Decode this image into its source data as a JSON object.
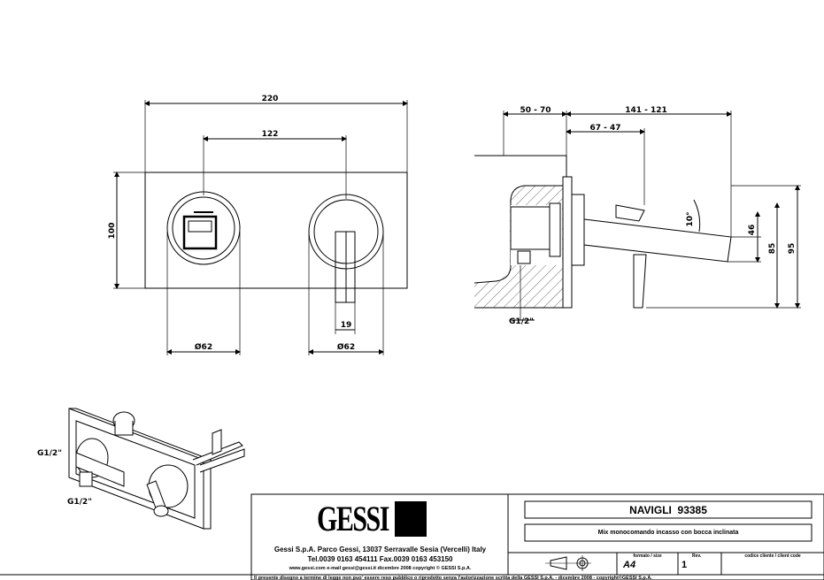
{
  "front_view": {
    "overall_width": "220",
    "center_distance": "122",
    "plate_height": "100",
    "left_diameter": "Ø62",
    "right_diameter": "Ø62",
    "handle_width": "19"
  },
  "side_view": {
    "depth_range": "50 - 70",
    "spout_range": "141 - 121",
    "body_range": "67 - 47",
    "angle": "10°",
    "h46": "46",
    "h85": "85",
    "h95": "95",
    "thread": "G1/2\""
  },
  "iso_view": {
    "thread_top": "G1/2\"",
    "thread_bottom": "G1/2\""
  },
  "title_block": {
    "logo_text": "GESSI",
    "company_line1": "Gessi S.p.A. Parco Gessi, 13037 Serravalle Sesia (Vercelli) Italy",
    "company_line2": "Tel.0039 0163 454111 Fax.0039 0163 453150",
    "company_line3": "www.gessi.com  e-mail gessi@gessi.it  dicembre 2008  copyright © GESSI S.p.A.",
    "product_name": "NAVIGLI  93385",
    "product_desc": "Mix monocomando incasso con bocca inclinata",
    "format_label": "formato / size",
    "format_value": "A4",
    "rev_label": "Rev.",
    "rev_value": "1",
    "client_code_label": "codice cliente / client code",
    "footer_note": "Il presente disegno a termine di legge non puo' essere reso pubblico o riprodotto senza l'autorizzazione scritta della GESSI S.p.A. - dicembre 2008 - copyright©GESSI S.p.A."
  }
}
